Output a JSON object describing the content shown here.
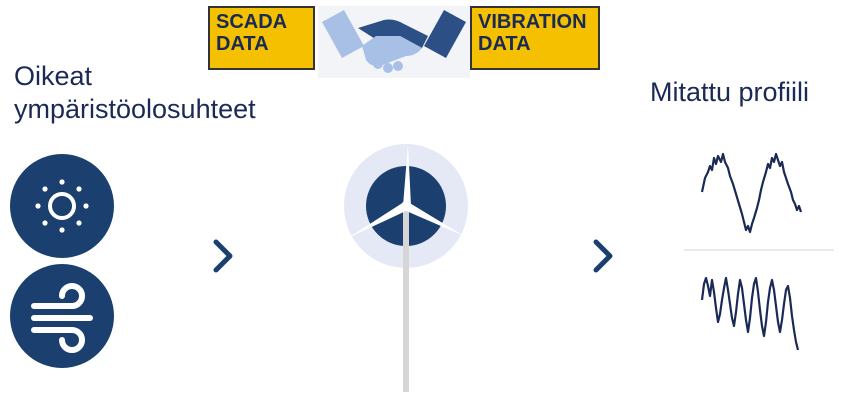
{
  "scada_box": {
    "line1": "SCADA",
    "line2": "DATA"
  },
  "vibration_box": {
    "line1": "VIBRATION",
    "line2": "DATA"
  },
  "env_conditions": {
    "line1": "Oikeat",
    "line2": "ympäristöolosuhteet"
  },
  "measured_profile": {
    "label": "Mitattu profiili"
  },
  "icons": [
    "sun-icon",
    "wind-icon",
    "handshake-icon",
    "wind-turbine-icon",
    "chevron-right-icon",
    "waveform-icon"
  ],
  "colors": {
    "navy": "#1b3f6e",
    "text": "#1b2a55",
    "yellow": "#f5c000",
    "halo": "#e5e8f5",
    "hand_light": "#a9c0e6",
    "hand_dark": "#2c4f86"
  }
}
